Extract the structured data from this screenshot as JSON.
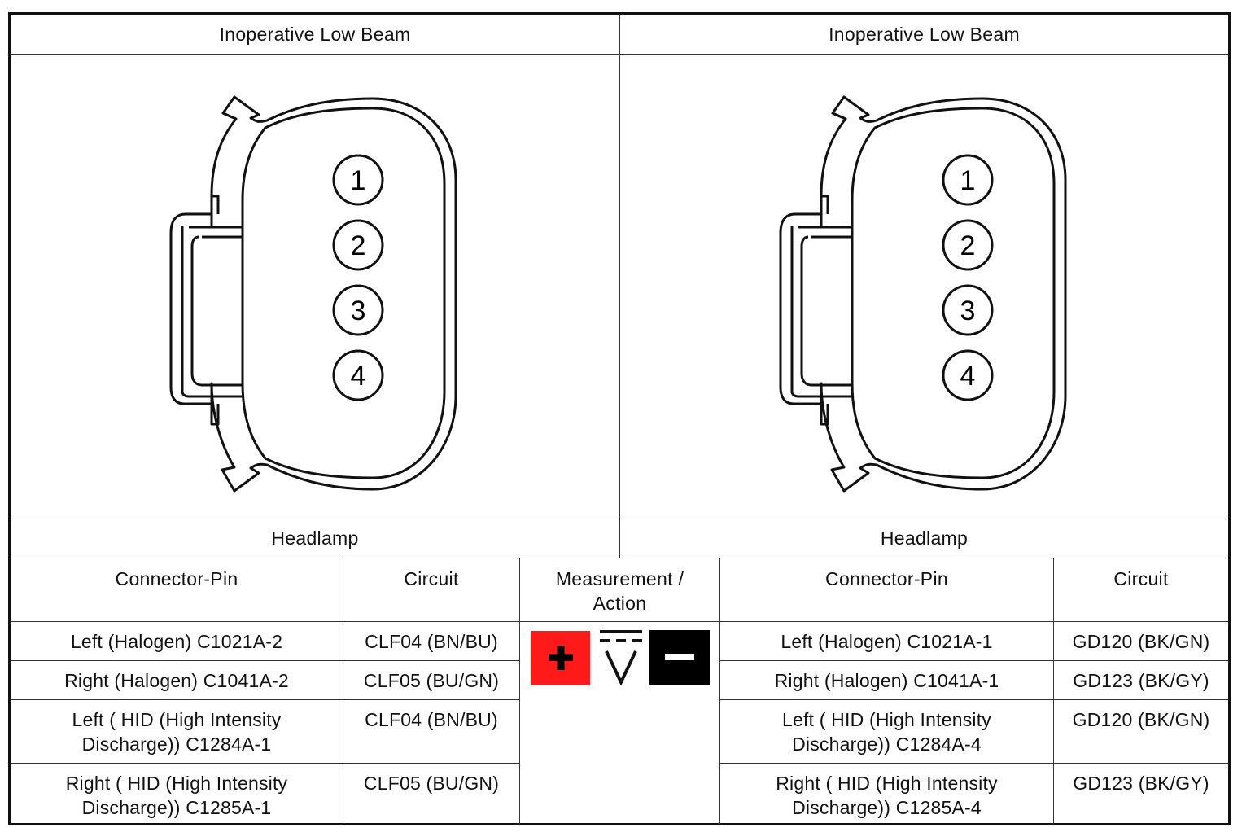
{
  "top_headers": [
    "Inoperative Low Beam",
    "Inoperative Low Beam"
  ],
  "connector_pins": [
    "1",
    "2",
    "3",
    "4"
  ],
  "component_labels": [
    "Headlamp",
    "Headlamp"
  ],
  "table": {
    "columns": [
      "Connector-Pin",
      "Circuit",
      "Measurement / Action",
      "Connector-Pin",
      "Circuit"
    ],
    "rows": [
      {
        "left_pin": "Left (Halogen) C1021A-2",
        "left_circuit": "CLF04 (BN/BU)",
        "right_pin": "Left (Halogen) C1021A-1",
        "right_circuit": "GD120 (BK/GN)"
      },
      {
        "left_pin": "Right (Halogen) C1041A-2",
        "left_circuit": "CLF05 (BU/GN)",
        "right_pin": "Right (Halogen) C1041A-1",
        "right_circuit": "GD123 (BK/GY)"
      },
      {
        "left_pin": "Left ( HID (High Intensity Discharge)) C1284A-1",
        "left_circuit": "CLF04 (BN/BU)",
        "right_pin": "Left ( HID (High Intensity Discharge)) C1284A-4",
        "right_circuit": "GD120 (BK/GN)"
      },
      {
        "left_pin": "Right ( HID (High Intensity Discharge)) C1285A-1",
        "left_circuit": "CLF05 (BU/GN)",
        "right_pin": "Right ( HID (High Intensity Discharge)) C1285A-4",
        "right_circuit": "GD123 (BK/GY)"
      }
    ]
  },
  "measurement_symbol": {
    "positive_label": "+",
    "voltage_label": "V",
    "negative_label": "−",
    "positive_color": "#ff1a1a",
    "negative_color": "#000000",
    "icons": [
      "positive-probe-icon",
      "dc-voltmeter-icon",
      "negative-probe-icon"
    ]
  }
}
